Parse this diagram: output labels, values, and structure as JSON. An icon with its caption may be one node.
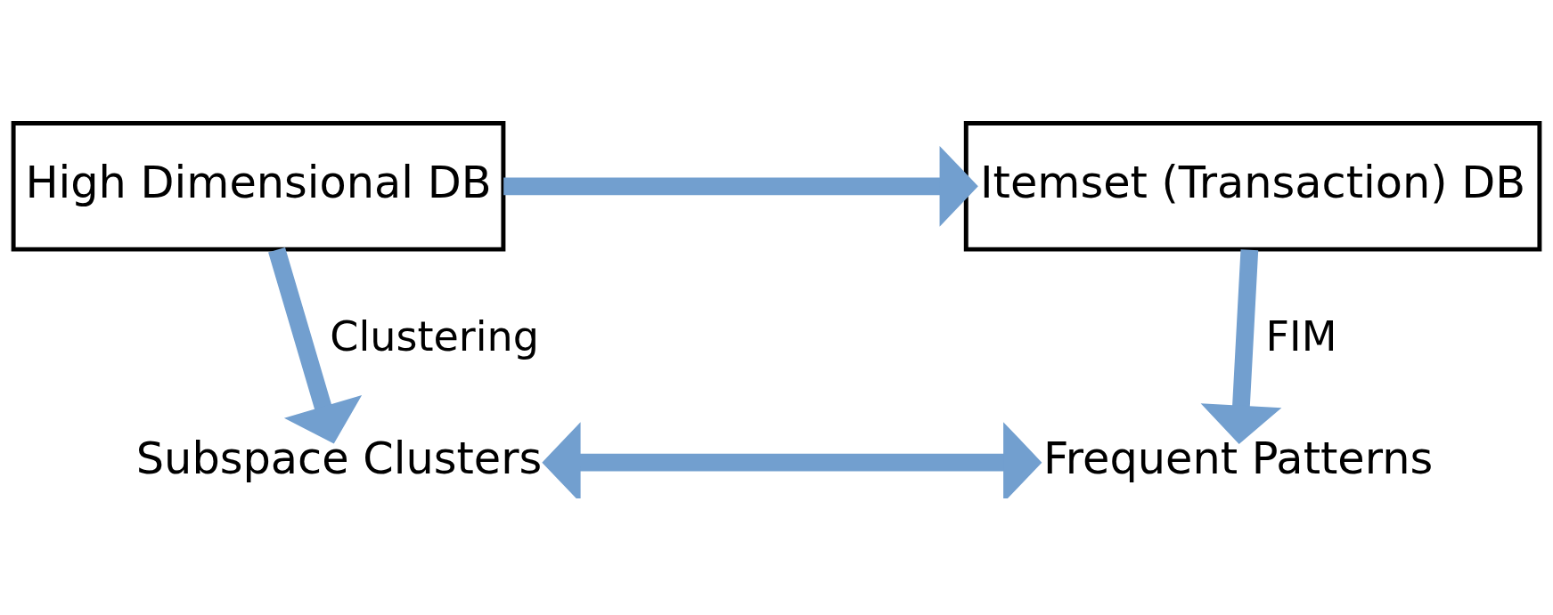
{
  "diagram": {
    "nodes": [
      {
        "text": [
          "High Dimensional DB"
        ]
      },
      {
        "text": [
          "Itemset (Transaction) DB"
        ]
      },
      {
        "text": [
          "Subspace Clusters"
        ]
      },
      {
        "text": [
          "Frequent Patterns"
        ]
      }
    ],
    "edges": [
      {
        "from": 0,
        "to": 1,
        "arrow": "to"
      },
      {
        "from": 0,
        "to": 2,
        "arrow": "to",
        "label": "Clustering"
      },
      {
        "from": 1,
        "to": 3,
        "arrow": "to",
        "label": "FIM"
      },
      {
        "from": 2,
        "to": 3,
        "arrow": "both"
      }
    ]
  }
}
